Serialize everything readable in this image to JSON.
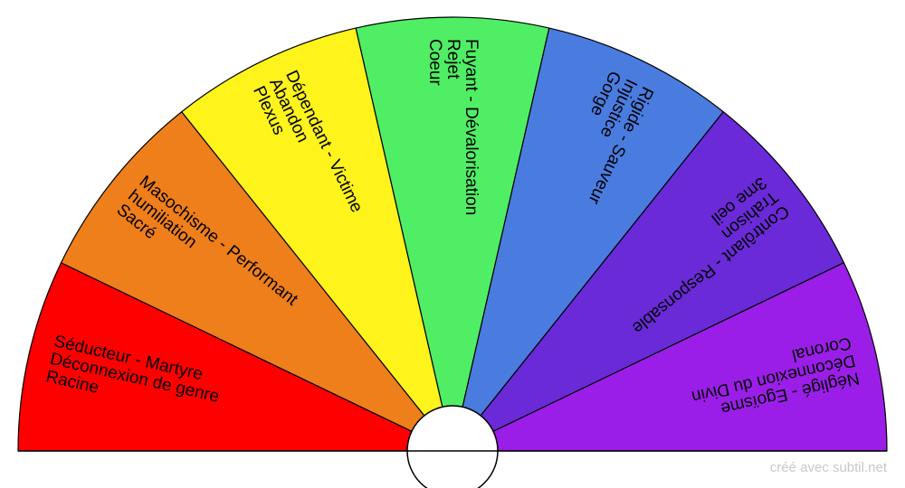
{
  "wheel": {
    "segments": [
      {
        "color": "#ff0000",
        "lines": [
          "Racine",
          "Déconnexion de genre",
          "Séducteur - Martyre"
        ]
      },
      {
        "color": "#ef7f1a",
        "lines": [
          "Sacré",
          "humiliation",
          "Masochisme - Performant"
        ]
      },
      {
        "color": "#fff31c",
        "lines": [
          "Plexus",
          "Abandon",
          "Dépendant - Victime"
        ]
      },
      {
        "color": "#50ee64",
        "lines": [
          "Coeur",
          "Rejet",
          "Fuyant - Dévalorisation"
        ]
      },
      {
        "color": "#4a7ce0",
        "lines": [
          "Gorge",
          "Injustice",
          "Rigide - Sauveur"
        ]
      },
      {
        "color": "#6a2ad8",
        "lines": [
          "3me oeil",
          "Trahison",
          "Contrôlant - Responsable"
        ]
      },
      {
        "color": "#9a1ee8",
        "lines": [
          "Coronal",
          "Déconnexion du Divin",
          "Négligé - Egoïsme"
        ]
      }
    ]
  },
  "footer": {
    "credit": "créé avec subtil.net"
  }
}
